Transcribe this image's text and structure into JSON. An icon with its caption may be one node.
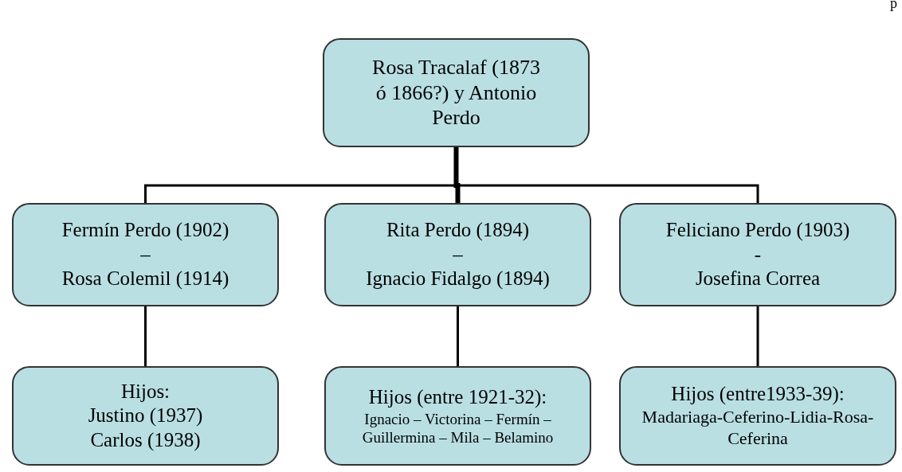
{
  "diagram": {
    "nodes": [
      {
        "text": [
          "Rosa Tracalaf (1873 ó 1866?) y Antonio Perdo"
        ]
      },
      {
        "text": [
          "Fermín Perdo (1902)",
          "–",
          "Rosa Colemil (1914)"
        ]
      },
      {
        "text": [
          "Rita Perdo (1894)",
          "–",
          "Ignacio Fidalgo (1894)"
        ]
      },
      {
        "text": [
          "Feliciano Perdo (1903)",
          "-",
          "Josefina Correa"
        ]
      },
      {
        "text": [
          "Hijos:",
          "Justino (1937)",
          "Carlos (1938)"
        ]
      },
      {
        "text": [
          "Hijos (entre 1921-32):",
          "Ignacio – Victorina – Fermín –Guillermina – Mila – Belamino"
        ]
      },
      {
        "text": [
          "Hijos (entre1933-39):",
          "Madariaga-Ceferino-Lidia-Rosa-Ceferina"
        ]
      }
    ],
    "edges": [
      {
        "from": 0,
        "to": 1,
        "arrow": "none"
      },
      {
        "from": 0,
        "to": 2,
        "arrow": "none",
        "style": "thick"
      },
      {
        "from": 0,
        "to": 3,
        "arrow": "none"
      },
      {
        "from": 1,
        "to": 4,
        "arrow": "none"
      },
      {
        "from": 2,
        "to": 5,
        "arrow": "none"
      },
      {
        "from": 3,
        "to": 6,
        "arrow": "none"
      }
    ],
    "labels": [
      "p"
    ]
  }
}
